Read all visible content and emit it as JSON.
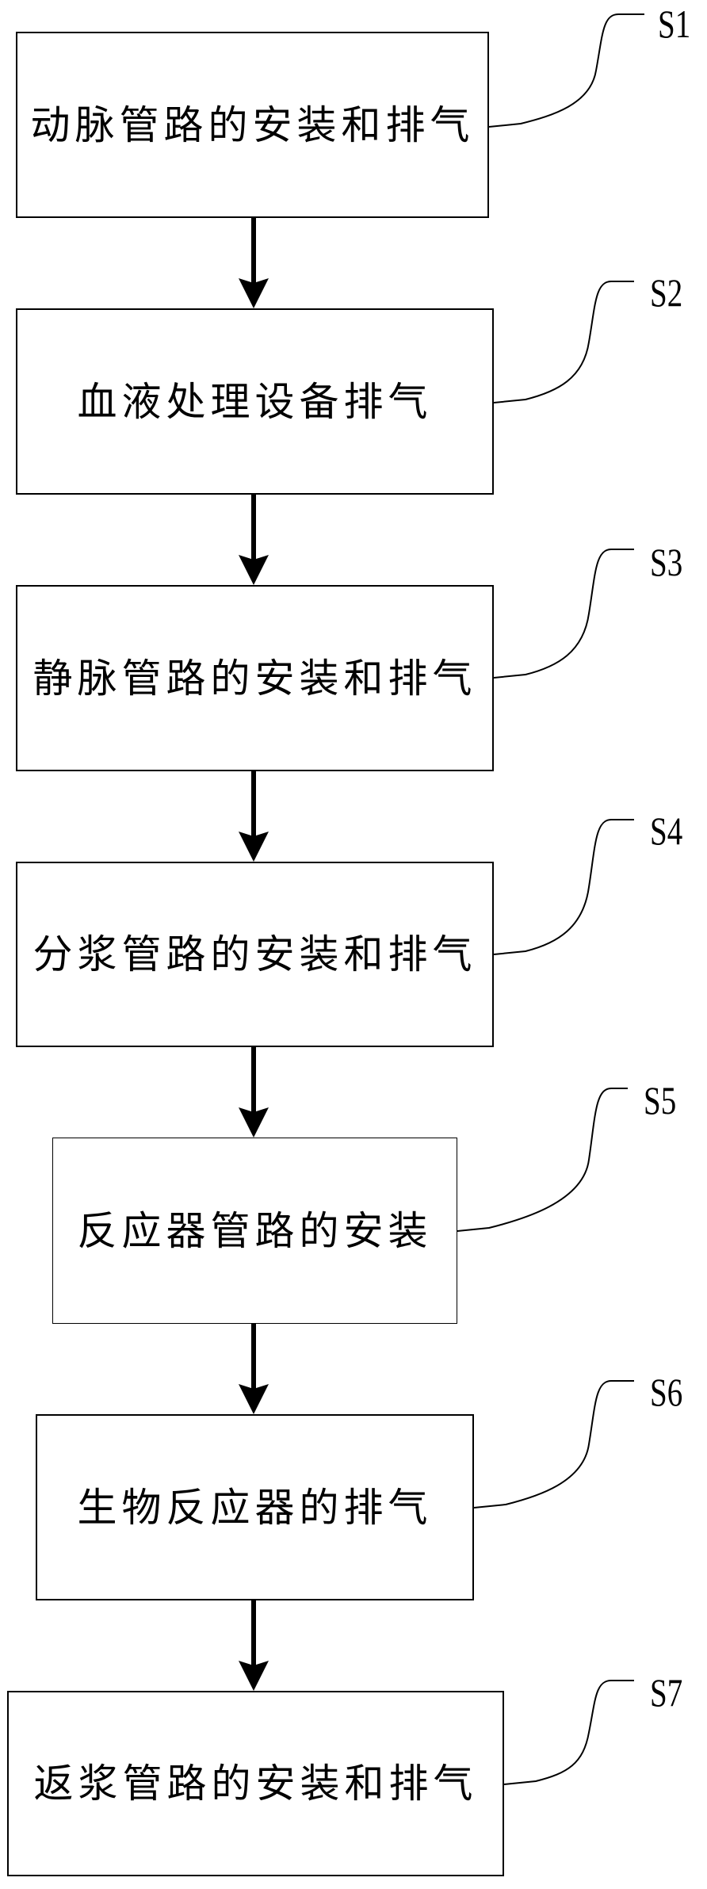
{
  "diagram": {
    "type": "flowchart",
    "direction": "top-to-bottom",
    "steps": [
      {
        "id": "S1",
        "label": "S1",
        "text": "动脉管路的安装和排气"
      },
      {
        "id": "S2",
        "label": "S2",
        "text": "血液处理设备排气"
      },
      {
        "id": "S3",
        "label": "S3",
        "text": "静脉管路的安装和排气"
      },
      {
        "id": "S4",
        "label": "S4",
        "text": "分浆管路的安装和排气"
      },
      {
        "id": "S5",
        "label": "S5",
        "text": "反应器管路的安装"
      },
      {
        "id": "S6",
        "label": "S6",
        "text": "生物反应器的排气"
      },
      {
        "id": "S7",
        "label": "S7",
        "text": "返浆管路的安装和排气"
      }
    ],
    "edges": [
      {
        "from": "S1",
        "to": "S2"
      },
      {
        "from": "S2",
        "to": "S3"
      },
      {
        "from": "S3",
        "to": "S4"
      },
      {
        "from": "S4",
        "to": "S5"
      },
      {
        "from": "S5",
        "to": "S6"
      },
      {
        "from": "S6",
        "to": "S7"
      }
    ],
    "colors": {
      "stroke": "#000000",
      "fill": "#ffffff",
      "text": "#000000"
    }
  }
}
